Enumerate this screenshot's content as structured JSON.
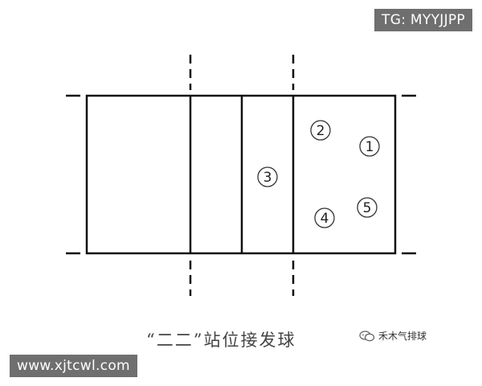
{
  "badges": {
    "top": "TG: MYYJJPP",
    "bottom": "www.xjtcwl.com"
  },
  "caption": "“二二”站位接发球",
  "watermark": {
    "text": "禾木气排球",
    "icon": "wechat-icon"
  },
  "diagram": {
    "positions": [
      "1",
      "2",
      "3",
      "4",
      "5"
    ]
  },
  "colors": {
    "line": "#111111",
    "badge_bg": "#6f6f6f",
    "badge_text": "#ffffff"
  }
}
